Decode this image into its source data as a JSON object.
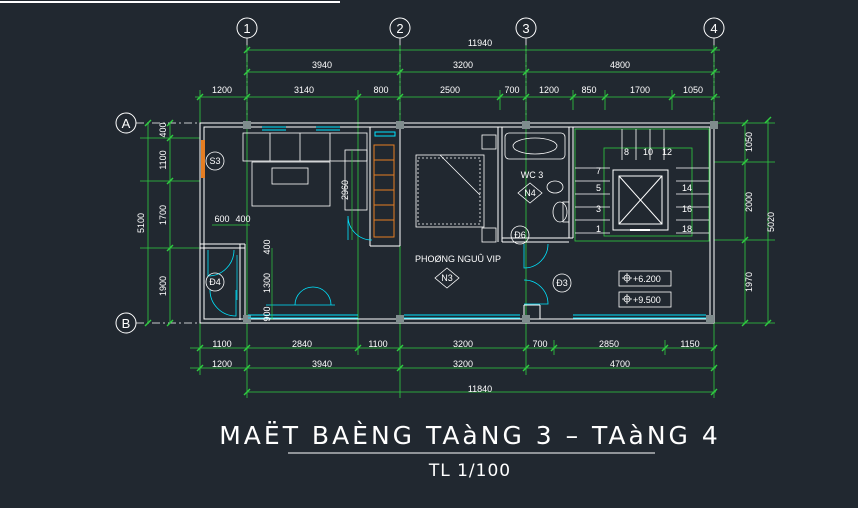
{
  "grid_axes": {
    "columns": [
      "1",
      "2",
      "3",
      "4"
    ],
    "rows": [
      "A",
      "B"
    ]
  },
  "dimensions": {
    "top_total": "11940",
    "top_level2": [
      "3940",
      "3200",
      "4800"
    ],
    "top_level1": [
      "1200",
      "3140",
      "800",
      "2500",
      "700",
      "1200",
      "850",
      "1700",
      "1050"
    ],
    "left_total": "5100",
    "left_segments": [
      "400",
      "1100",
      "1700",
      "1900"
    ],
    "right_total": "5020",
    "right_segments": [
      "1050",
      "2000",
      "1970"
    ],
    "bottom_level1": [
      "1100",
      "2840",
      "1100",
      "3200",
      "700",
      "2850",
      "1150"
    ],
    "bottom_level2": [
      "1200",
      "3940",
      "3200",
      "4700"
    ],
    "bottom_total": "11840",
    "interior": [
      "2960",
      "600",
      "400",
      "400",
      "1300",
      "900"
    ]
  },
  "rooms": {
    "bedroom_name": "PHOØNG NGUÛ VIP",
    "bedroom_code": "N3",
    "wc_name": "WC 3",
    "wc_code": "N4",
    "tags": [
      "S3",
      "Ð4",
      "Ð6",
      "Ð3"
    ]
  },
  "stairs": {
    "left_steps": [
      "7",
      "5",
      "3",
      "1"
    ],
    "top_steps": [
      "8",
      "10",
      "12"
    ],
    "right_steps": [
      "14",
      "16",
      "18"
    ]
  },
  "levels": [
    "+6.200",
    "+9.500"
  ],
  "title": "MAËT BAÈNG TAàNG 3 – TAàNG 4",
  "scale": "TL 1/100"
}
